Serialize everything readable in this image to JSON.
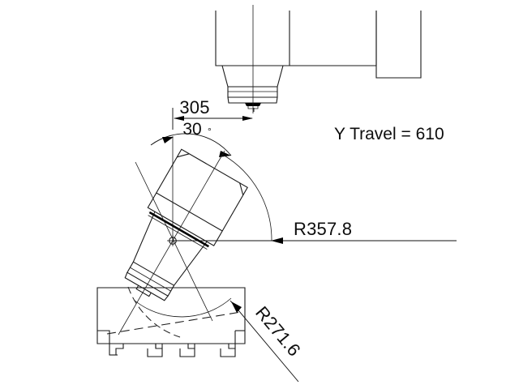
{
  "drawing": {
    "title": "Machine tool tilting spindle head travel diagram",
    "background_color": "#ffffff",
    "line_color": "#1a1a1a",
    "text_color": "#0d0d0d",
    "annotations": {
      "linear_dimension_305": "305",
      "angular_dimension_30": "30",
      "angular_dimension_unit": "°",
      "radius_357": "R357.8",
      "radius_271": "R271.6",
      "y_travel_note": "Y Travel = 610"
    },
    "elements": {
      "spindle_head_vertical": "vertical-spindle-head",
      "spindle_nose": "spindle-nose",
      "tool_holder": "tool-holder",
      "column_arm": "column-arm",
      "column_box": "column-box",
      "tilted_head": "tilted-spindle-head",
      "tilted_nose": "tilted-spindle-nose",
      "pivot_center": "pivot-center",
      "machine_table": "machine-table",
      "table_t_slots": "table-t-slots",
      "swing_arc_357": "swing-arc-r357",
      "swing_arc_271": "swing-arc-r271",
      "centerline_vertical": "vertical-centerline",
      "centerline_tilted": "tilted-centerline",
      "horizontal_radius_line": "horizontal-radius-line"
    }
  }
}
